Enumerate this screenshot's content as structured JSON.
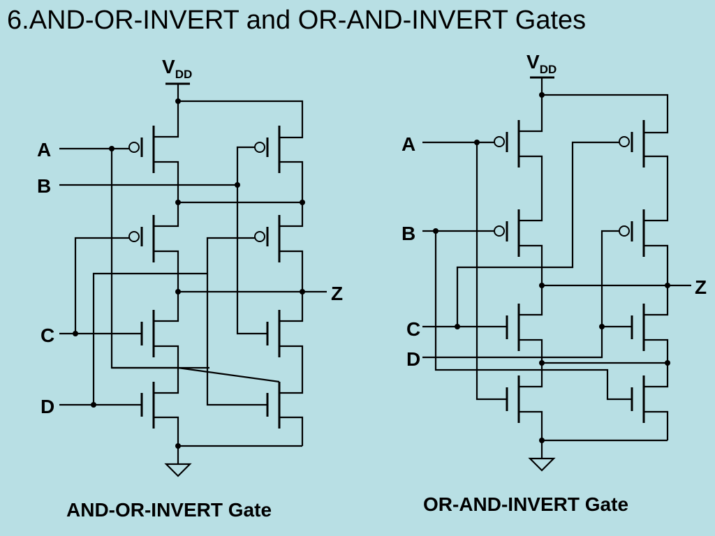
{
  "title": "6.AND-OR-INVERT and OR-AND-INVERT Gates",
  "aoi": {
    "caption": "AND-OR-INVERT Gate",
    "vdd": "V",
    "vdd_sub": "DD",
    "inputs": [
      "A",
      "B",
      "C",
      "D"
    ],
    "output": "Z"
  },
  "oai": {
    "caption": "OR-AND-INVERT Gate",
    "vdd": "V",
    "vdd_sub": "DD",
    "inputs": [
      "A",
      "B",
      "C",
      "D"
    ],
    "output": "Z"
  }
}
